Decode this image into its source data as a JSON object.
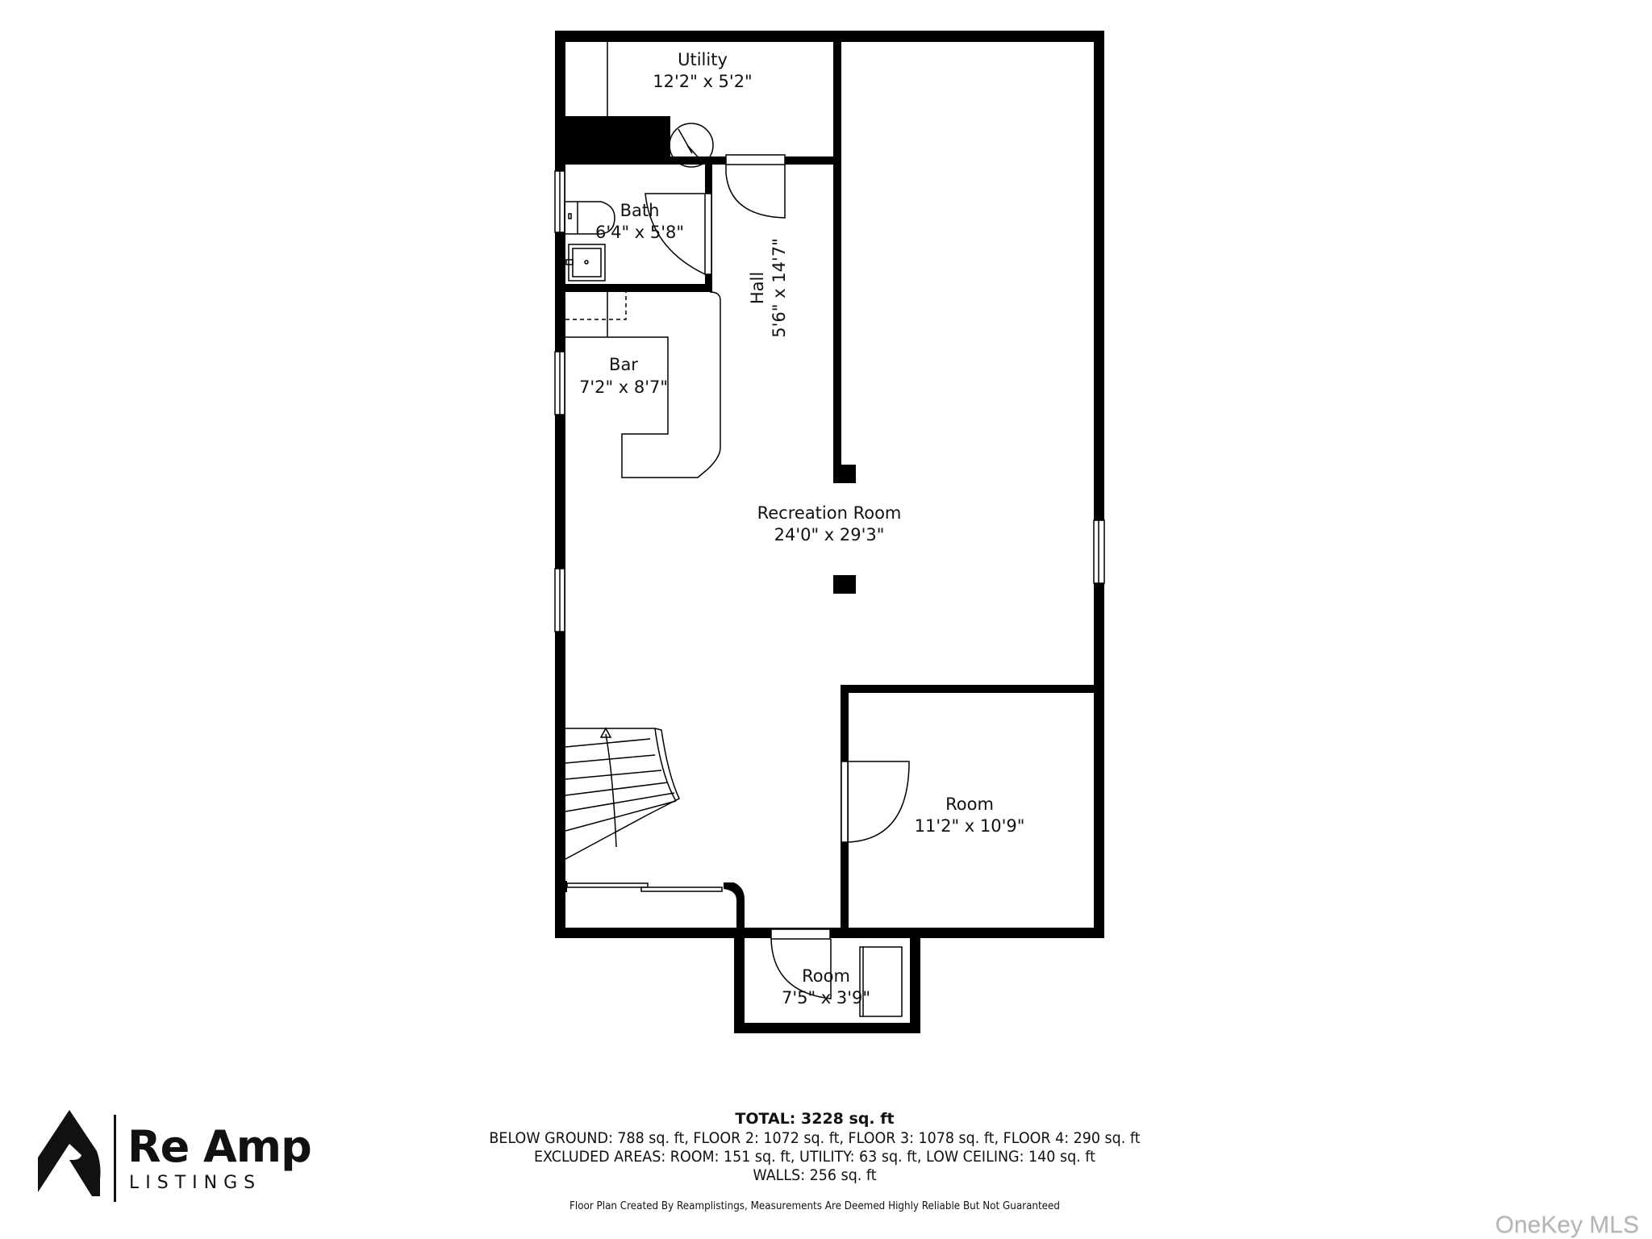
{
  "floor_plan": {
    "rooms": [
      {
        "name": "Utility",
        "dimensions": "12'2\" x 5'2\""
      },
      {
        "name": "Bath",
        "dimensions": "6'4\" x 5'8\""
      },
      {
        "name": "Hall",
        "dimensions": "5'6\" x 14'7\""
      },
      {
        "name": "Bar",
        "dimensions": "7'2\" x 8'7\""
      },
      {
        "name": "Recreation Room",
        "dimensions": "24'0\" x 29'3\""
      },
      {
        "name": "Room",
        "dimensions": "11'2\" x 10'9\""
      },
      {
        "name": "Room",
        "dimensions": "7'5\" x 3'9\""
      }
    ],
    "colors": {
      "wall": "#000000",
      "background": "#ffffff",
      "line": "#111111"
    }
  },
  "summary": {
    "total": "TOTAL: 3228 sq. ft",
    "floors": "BELOW GROUND: 788 sq. ft, FLOOR 2: 1072 sq. ft, FLOOR 3: 1078 sq. ft, FLOOR 4: 290 sq. ft",
    "excluded": "EXCLUDED AREAS: ROOM: 151 sq. ft, UTILITY: 63 sq. ft, LOW CEILING: 140 sq. ft",
    "walls": "WALLS: 256 sq. ft",
    "disclaimer": "Floor Plan Created By Reamplistings, Measurements Are Deemed Highly Reliable But Not Guaranteed"
  },
  "branding": {
    "logo_title": "Re Amp",
    "logo_subtitle": "LISTINGS",
    "watermark": "OneKey MLS"
  }
}
